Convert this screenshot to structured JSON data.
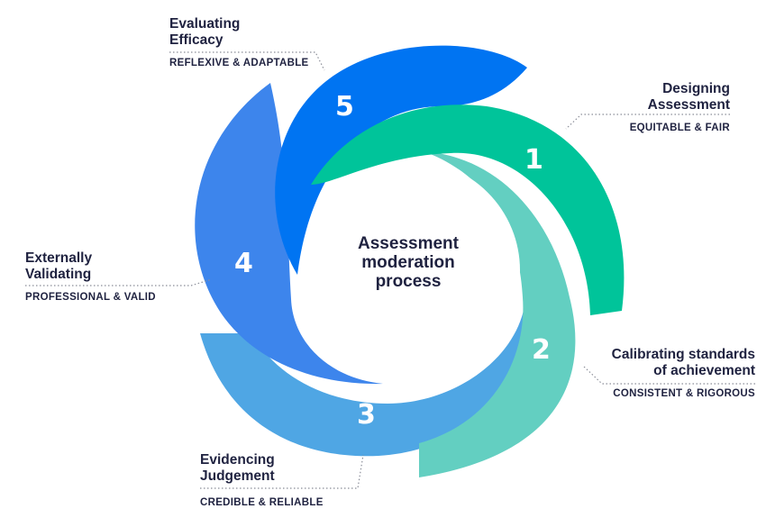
{
  "center": {
    "line1": "Assessment",
    "line2": "moderation",
    "line3": "process"
  },
  "steps": [
    {
      "number": "1",
      "title_line1": "Designing",
      "title_line2": "Assessment",
      "subtitle": "EQUITABLE & FAIR",
      "color": "#00c49a"
    },
    {
      "number": "2",
      "title_line1": "Calibrating standards",
      "title_line2": "of achievement",
      "subtitle": "CONSISTENT & RIGOROUS",
      "color": "#63cfc1"
    },
    {
      "number": "3",
      "title_line1": "Evidencing",
      "title_line2": "Judgement",
      "subtitle": "CREDIBLE & RELIABLE",
      "color": "#4fa6e4"
    },
    {
      "number": "4",
      "title_line1": "Externally",
      "title_line2": "Validating",
      "subtitle": "PROFESSIONAL & VALID",
      "color": "#3d85ec"
    },
    {
      "number": "5",
      "title_line1": "Evaluating",
      "title_line2": "Efficacy",
      "subtitle": "REFLEXIVE & ADAPTABLE",
      "color": "#0074f2"
    }
  ]
}
